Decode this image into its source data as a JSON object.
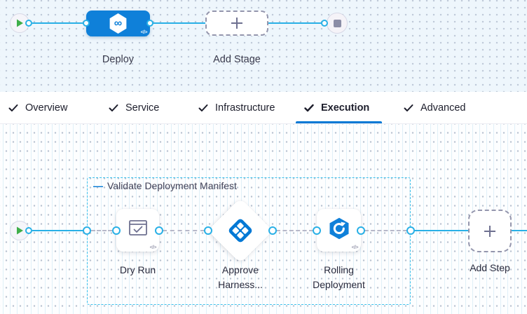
{
  "colors": {
    "stage_node_blue": "#0f80d9",
    "connector_blue": "#29b0e6",
    "group_border_cyan": "#3ec1ec",
    "active_tab_underline": "#0278d5",
    "play_green": "#3fae49",
    "stop_gray": "#8b8da6",
    "dashed_border_gray": "#9496ad"
  },
  "icons": {
    "infinity": "∞",
    "code": "</>",
    "collapse_dash": "—"
  },
  "top_pipeline": {
    "stage_label": "Deploy",
    "add_stage_label": "Add Stage"
  },
  "tabs": {
    "items": [
      {
        "label": "Overview"
      },
      {
        "label": "Service"
      },
      {
        "label": "Infrastructure"
      },
      {
        "label": "Execution"
      },
      {
        "label": "Advanced"
      }
    ],
    "active": "Execution"
  },
  "execution": {
    "group_label": "Validate Deployment Manifest",
    "steps": [
      {
        "label": "Dry Run",
        "icon": "dry-run-icon"
      },
      {
        "label": "Approve Harness...",
        "icon": "approval-icon"
      },
      {
        "label": "Rolling Deployment",
        "icon": "rolling-deployment-icon"
      }
    ],
    "add_step_label": "Add Step"
  }
}
